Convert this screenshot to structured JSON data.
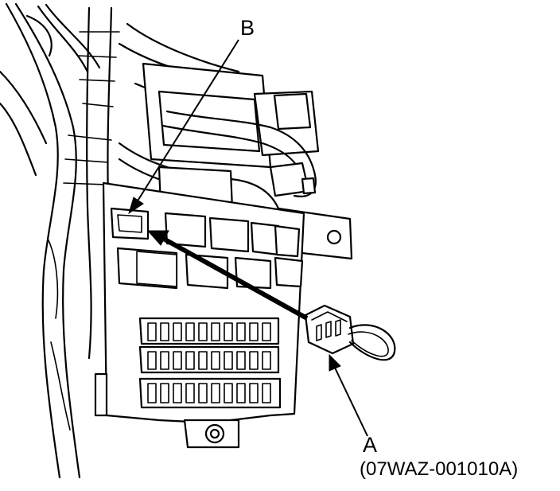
{
  "figure": {
    "type": "technical-line-drawing",
    "subject": "under-dash fuse/relay box with connector",
    "colors": {
      "ink": "#000000",
      "paper": "#ffffff"
    }
  },
  "labels": {
    "b": {
      "letter": "B"
    },
    "a": {
      "letter": "A",
      "part_number": "(07WAZ-001010A)"
    }
  }
}
